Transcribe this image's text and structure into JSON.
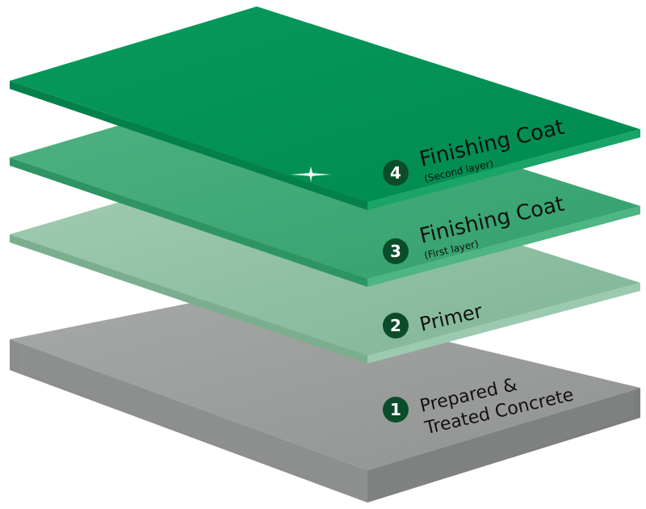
{
  "layers": [
    {
      "number": "1",
      "title": "Prepared &",
      "title2": "Treated Concrete",
      "color": "#9a9d9b"
    },
    {
      "number": "2",
      "title": "Primer",
      "color": "#86bca0"
    },
    {
      "number": "3",
      "title": "Finishing Coat",
      "subtitle": "(First layer)",
      "color": "#3aa573"
    },
    {
      "number": "4",
      "title": "Finishing Coat",
      "subtitle": "(Second layer)",
      "color": "#028f55"
    }
  ],
  "badge_color": "#0b4d2b"
}
